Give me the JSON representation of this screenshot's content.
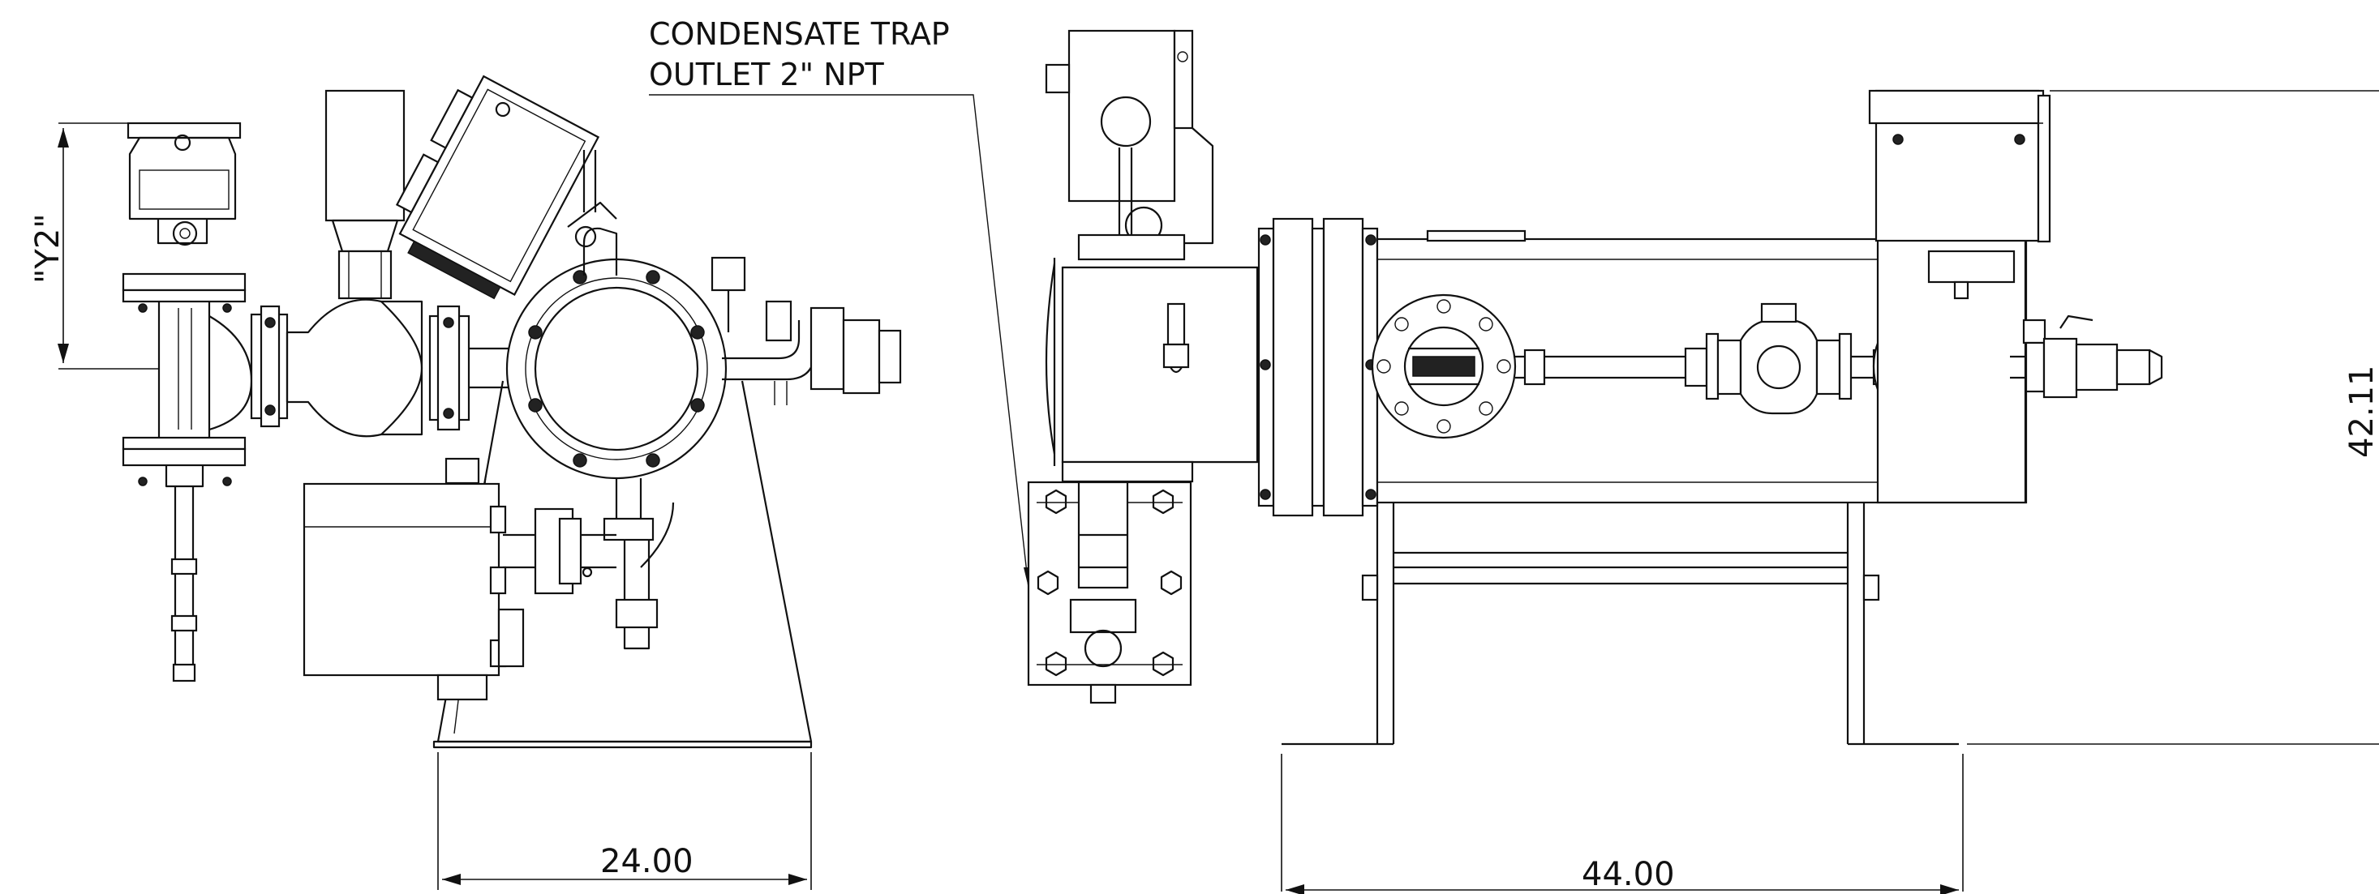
{
  "annotations": {
    "note_line1": "CONDENSATE TRAP",
    "note_line2": "OUTLET 2\" NPT",
    "dim_width_left": "24.00",
    "dim_width_right": "44.00",
    "dim_height": "42.11",
    "dim_y2": "\"Y2\""
  },
  "colors": {
    "line": "#111111",
    "background": "#ffffff"
  }
}
